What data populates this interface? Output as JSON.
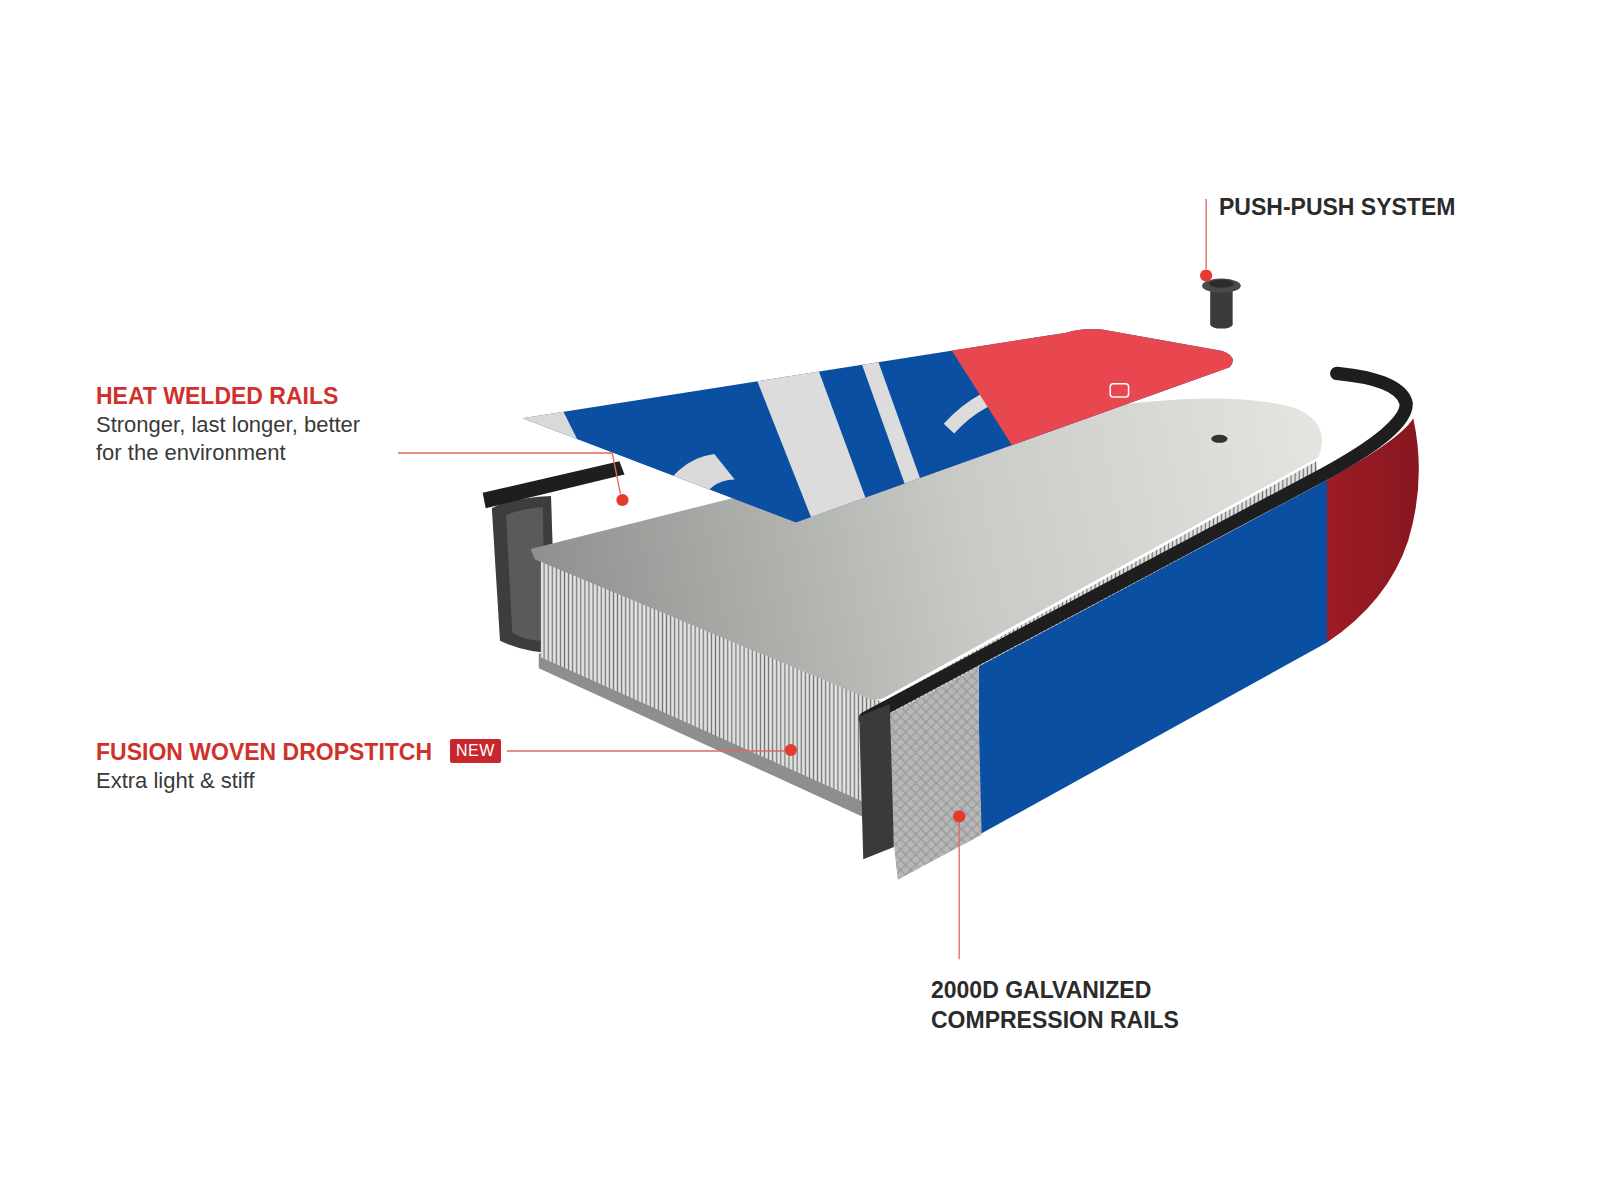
{
  "diagram": {
    "nodes": [
      {
        "text": [
          "NEW"
        ]
      }
    ],
    "labels": [
      "PUSH-PUSH SYSTEM",
      "HEAT WELDED RAILS",
      "Stronger, last longer, better for the environment",
      "FUSION WOVEN DROPSTITCH",
      "Extra light & stiff",
      "2000D GALVANIZED COMPRESSION RAILS"
    ]
  }
}
